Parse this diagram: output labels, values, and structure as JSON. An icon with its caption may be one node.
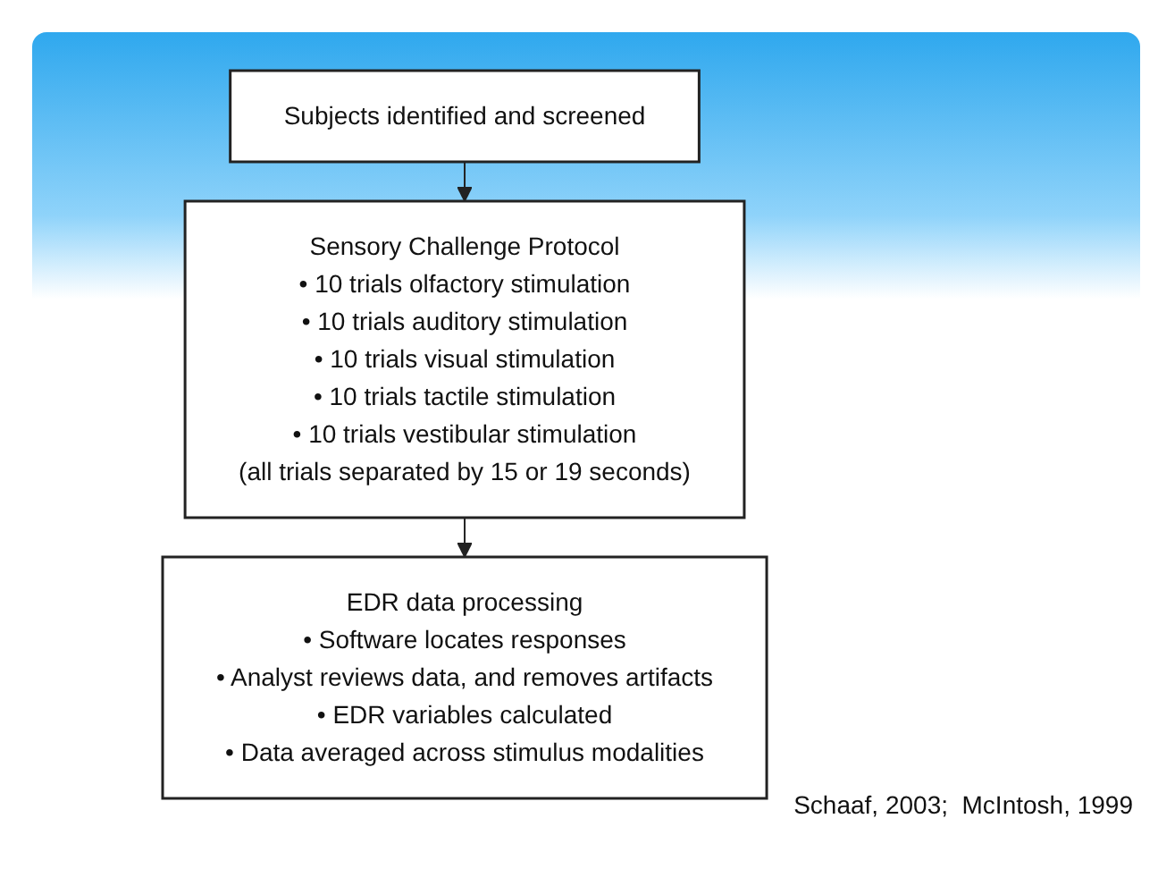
{
  "diagram": {
    "nodes": [
      {
        "text": [
          "Subjects identified and screened"
        ]
      },
      {
        "text": [
          "Sensory Challenge Protocol",
          "• 10 trials olfactory stimulation",
          "• 10 trials auditory stimulation",
          "• 10 trials visual stimulation",
          "• 10 trials tactile stimulation",
          "• 10 trials vestibular stimulation",
          "(all trials separated by 15 or 19 seconds)"
        ]
      },
      {
        "text": [
          "EDR data processing",
          "• Software locates responses",
          "• Analyst reviews data, and removes artifacts",
          "• EDR variables calculated",
          "• Data averaged across stimulus modalities"
        ]
      }
    ],
    "edges": [
      {
        "from": 0,
        "to": 1,
        "arrow": "to"
      },
      {
        "from": 1,
        "to": 2,
        "arrow": "to"
      }
    ],
    "labels": [
      "Schaaf, 2003;  McIntosh, 1999"
    ]
  }
}
